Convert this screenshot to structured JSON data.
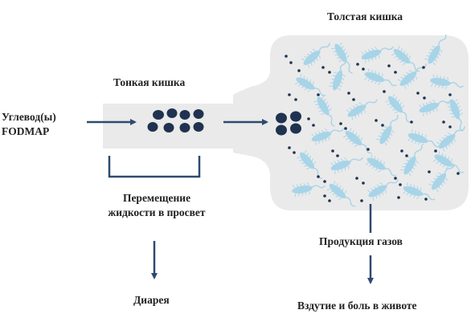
{
  "labels": {
    "carbohydrates": "Углевод(ы)",
    "fodmap": "FODMAP",
    "small_intestine": "Тонкая кишка",
    "large_intestine": "Толстая кишка",
    "fluid_line1": "Перемещение",
    "fluid_line2": "жидкости в просвет",
    "diarrhea": "Диарея",
    "gas_production": "Продукция газов",
    "bloating_pain": "Вздутие и боль в животе"
  },
  "colors": {
    "intestine_fill": "#eaeaea",
    "arrow": "#2e4a70",
    "particle": "#1f3350",
    "bacteria": "#a8d4e8",
    "bracket": "#2e4a70"
  }
}
